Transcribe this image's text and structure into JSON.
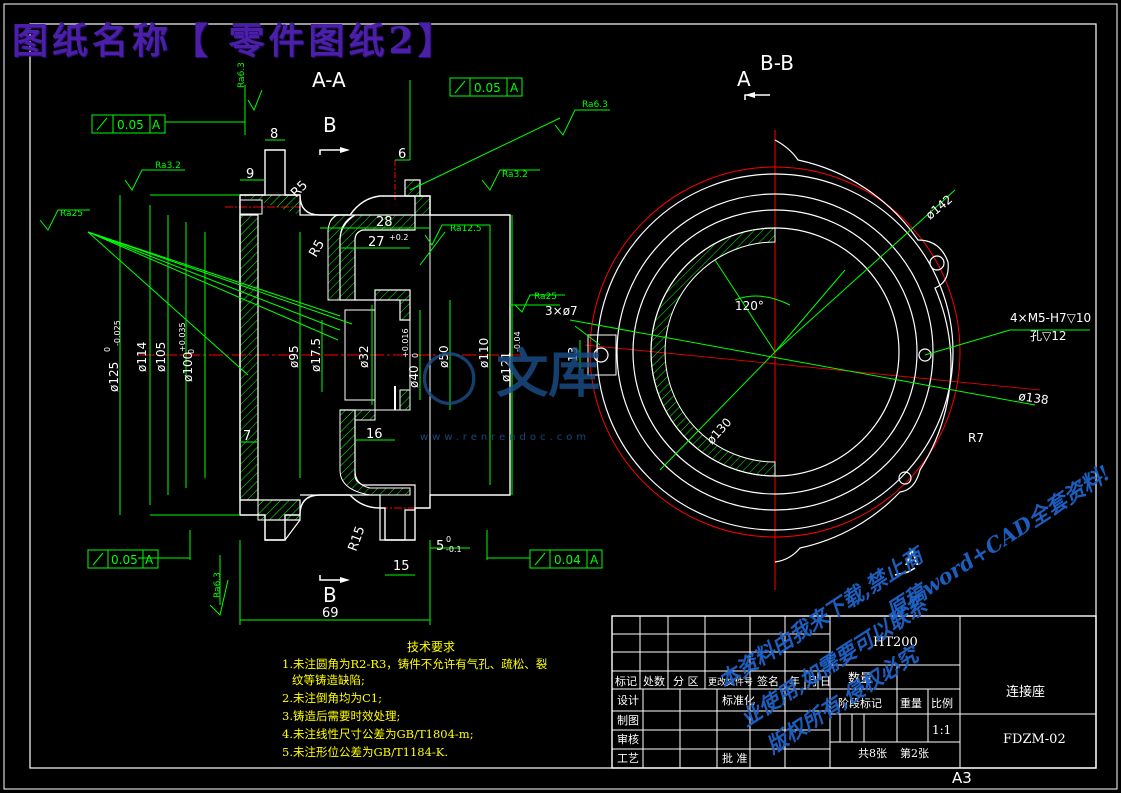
{
  "banner": "图纸名称【 零件图纸2】",
  "views": {
    "section_aa": "A-A",
    "section_bb": "B-B",
    "cut_b": "B",
    "cut_a": "A"
  },
  "tolerances": {
    "top_a": {
      "value": "0.05",
      "datum": "A"
    },
    "left_a": {
      "value": "0.05",
      "datum": "A"
    },
    "bottom_left": {
      "value": "0.05",
      "datum": "A"
    },
    "bottom_right": {
      "value": "0.04",
      "datum": "A"
    }
  },
  "roughness": {
    "r1": "Ra6.3",
    "r2": "Ra6.3",
    "r3": "Ra3.2",
    "r4": "Ra3.2",
    "r5": "Ra25",
    "r6": "Ra12.5",
    "r7": "Ra25",
    "r8": "Ra6.3"
  },
  "dims": {
    "d8": "8",
    "d6": "6",
    "d9": "9",
    "r5a": "R5",
    "r5b": "R5",
    "d28": "28",
    "d27": "27",
    "d27tol": "+0.2",
    "d7": "7",
    "d16": "16",
    "r15": "R15",
    "d15": "15",
    "d5": "5",
    "d5tol": "0",
    "d5tol2": "-0.1",
    "d69": "69",
    "phi125": "ø125",
    "phi125tol": "0",
    "phi125tol2": "-0.025",
    "phi114": "ø114",
    "phi105": "ø105",
    "phi100": "ø100",
    "phi100tol": "+0.035",
    "phi100tol2": "0",
    "phi95": "ø95",
    "phi17": "ø17.5",
    "phi32": "ø32",
    "phi40": "ø40",
    "phi40tol": "+0.016",
    "phi40tol2": "0",
    "phi50": "ø50",
    "phi110": "ø110",
    "phi121": "ø121",
    "phi121tol": "-0.04",
    "holes3": "3×ø7",
    "d13": "13",
    "phi142": "ø142",
    "phi130": "ø130",
    "phi138": "ø138",
    "angle120": "120°",
    "r7": "R7",
    "m5note": "4×M5-H7▽10",
    "m5note2": "孔▽12"
  },
  "tech": {
    "title": "技术要求",
    "items": [
      "1.未注圆角为R2-R3，铸件不允许有气孔、疏松、裂",
      "纹等铸造缺陷;",
      "2.未注倒角均为C1;",
      "3.铸造后需要时效处理;",
      "4.未注线性尺寸公差为GB/T1804-m;",
      "5.未注形位公差为GB/T1184-K."
    ]
  },
  "title_block": {
    "material": "HT200",
    "part_name": "连接座",
    "drawing_no": "FDZM-02",
    "quantity_label": "数量",
    "stage_label": "阶段标记",
    "weight_label": "重量",
    "scale_label": "比例",
    "scale": "1:1",
    "sheets": "共8张",
    "sheet_no": "第2张",
    "headers": [
      "标记",
      "处数",
      "分 区",
      "更改文件号",
      "签名",
      "年",
      "月",
      "日"
    ],
    "roles": [
      "设计",
      "制图",
      "审核",
      "工艺"
    ],
    "std": "标准化",
    "approve": "批 准",
    "paper": "A3"
  },
  "watermark": {
    "w1": "本资料由我来下载,禁止商",
    "w2": "业使用,如需要可以联系",
    "w3": "版权所有,侵权必究",
    "w4": "原稿word+CAD全套资料!"
  },
  "colors": {
    "line": "#ffffff",
    "dim": "#00ff00",
    "center": "#ff0000",
    "frame": "#ffffff",
    "text_yellow": "#ffff00",
    "hatch": "#00ff00",
    "banner": "#4b1fa8",
    "watermark": "#1e63c8"
  }
}
